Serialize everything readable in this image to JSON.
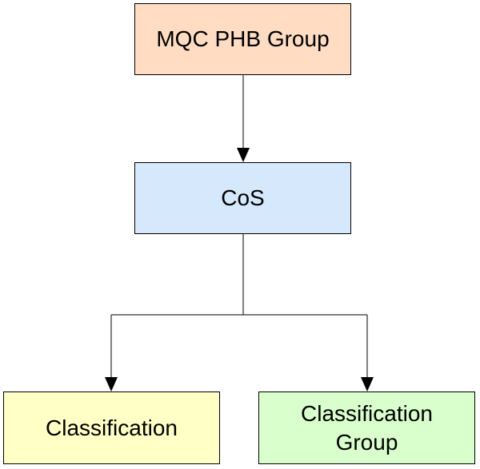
{
  "diagram": {
    "nodes": [
      {
        "id": "mqc",
        "label": "MQC PHB Group",
        "color": "#ffdcc2"
      },
      {
        "id": "cos",
        "label": "CoS",
        "color": "#d6e8fc"
      },
      {
        "id": "classification",
        "label": "Classification",
        "color": "#ffffc6"
      },
      {
        "id": "classification_group",
        "label": "Classification\nGroup",
        "color": "#d9ffcc"
      }
    ],
    "edges": [
      {
        "from": "mqc",
        "to": "cos"
      },
      {
        "from": "cos",
        "to": "classification"
      },
      {
        "from": "cos",
        "to": "classification_group"
      }
    ]
  }
}
